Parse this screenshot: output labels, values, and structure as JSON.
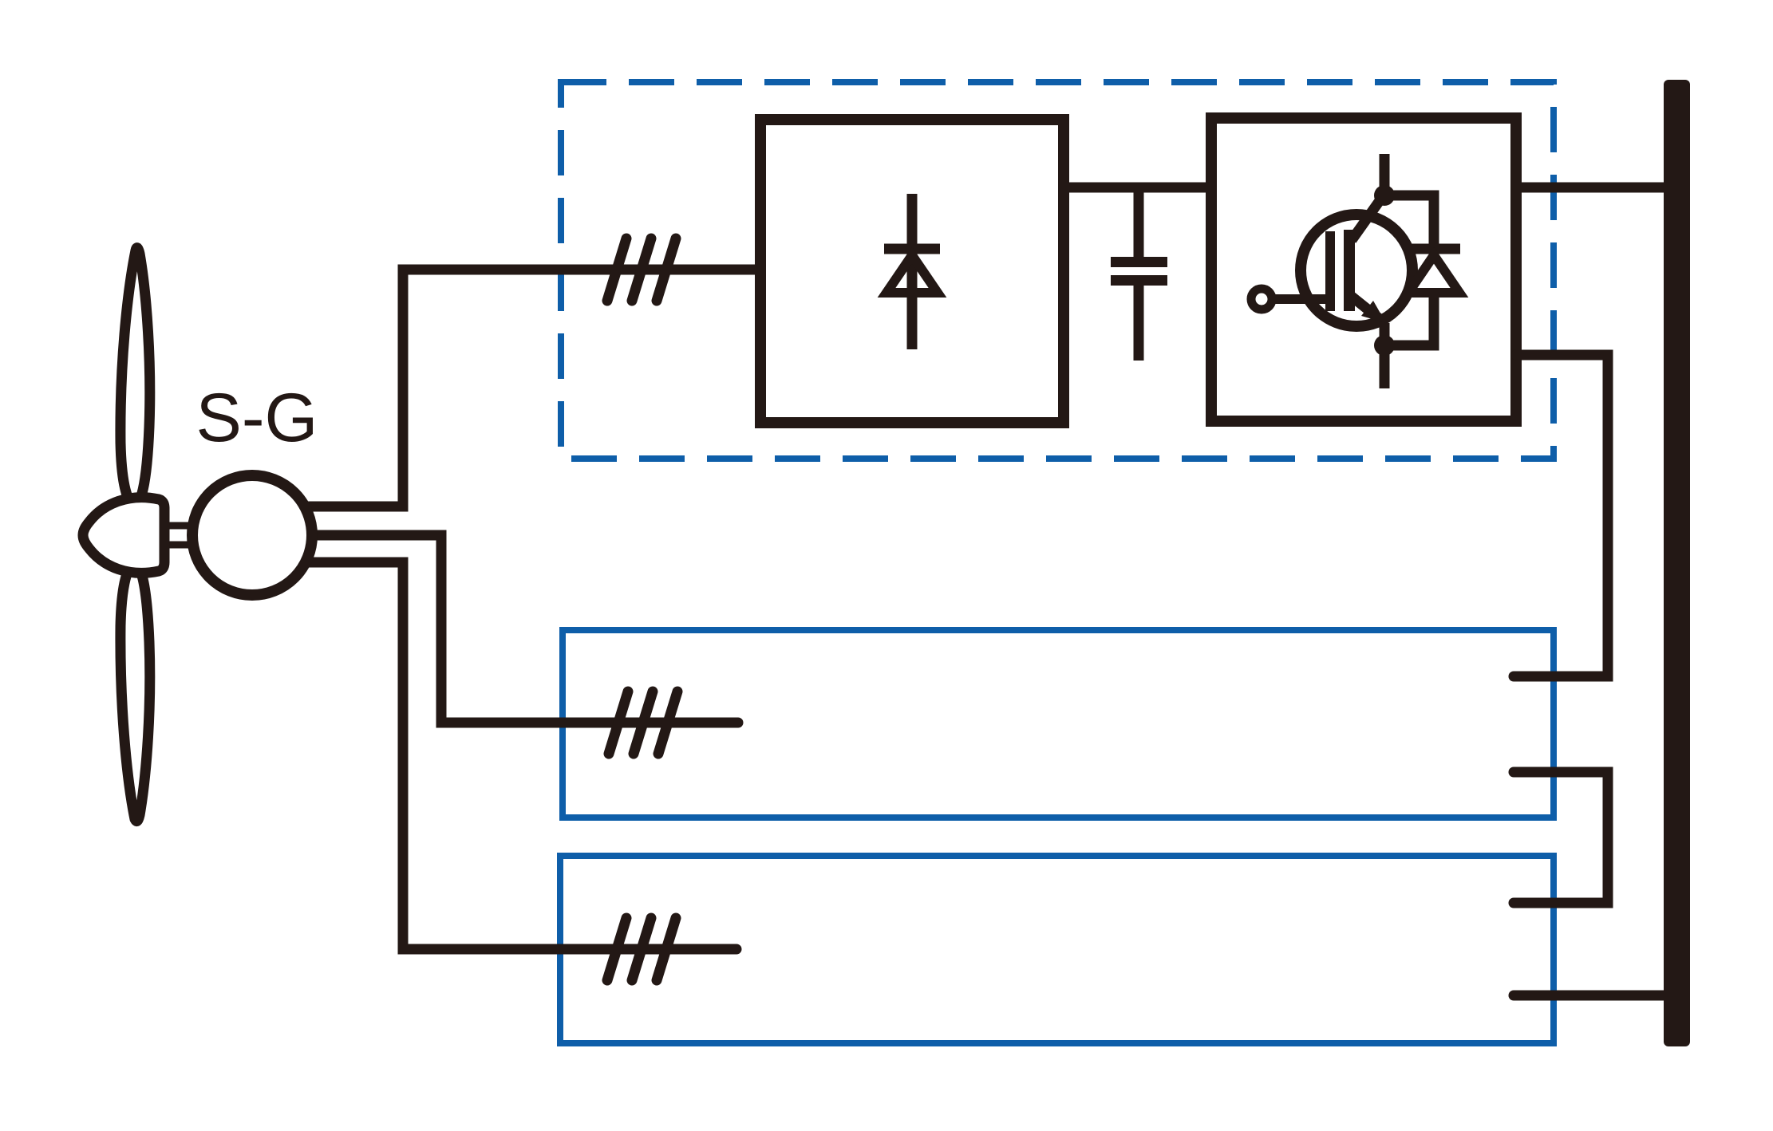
{
  "diagram": {
    "generator_label": "S-G",
    "colors": {
      "ink": "#231815",
      "accent": "#0e5ea9",
      "background": "#ffffff"
    },
    "components": [
      "wind-turbine-rotor",
      "synchronous-generator",
      "active-converter-module-dashed",
      "ac-dc-rectifier-diode",
      "dc-link-capacitor",
      "dc-ac-inverter-igbt",
      "converter-module-2",
      "converter-module-3",
      "three-phase-slash-marks",
      "grid-bus-bar"
    ]
  }
}
